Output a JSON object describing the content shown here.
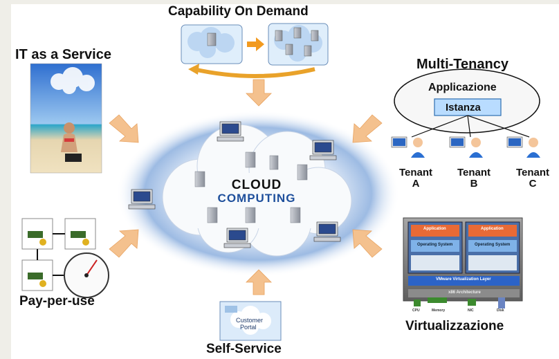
{
  "labels": {
    "capability": "Capability On Demand",
    "itaas": "IT as a Service",
    "multi_tenancy": "Multi-Tenancy",
    "applicazione": "Applicazione",
    "istanza": "Istanza",
    "pay_per_use": "Pay-per-use",
    "self_service": "Self-Service",
    "virtualizzazione": "Virtualizzazione",
    "cloud_line1": "CLOUD",
    "cloud_line2": "COMPUTING"
  },
  "tenants": [
    {
      "word": "Tenant",
      "letter": "A"
    },
    {
      "word": "Tenant",
      "letter": "B"
    },
    {
      "word": "Tenant",
      "letter": "C"
    }
  ],
  "portal": {
    "line1": "Customer",
    "line2": "Portal"
  },
  "virtualization": {
    "app1": "Application",
    "app2": "Application",
    "os1": "Operating System",
    "os2": "Operating System",
    "layer": "VMware Virtualization Layer",
    "arch": "x86 Architecture",
    "hw": [
      "CPU",
      "Memory",
      "NIC",
      "Disk"
    ]
  },
  "colors": {
    "arrow": "#f4c18e",
    "cloud_blue": "#1e4f9c",
    "panel_bg": "#ffffff",
    "outer_bg": "#efeee8"
  }
}
